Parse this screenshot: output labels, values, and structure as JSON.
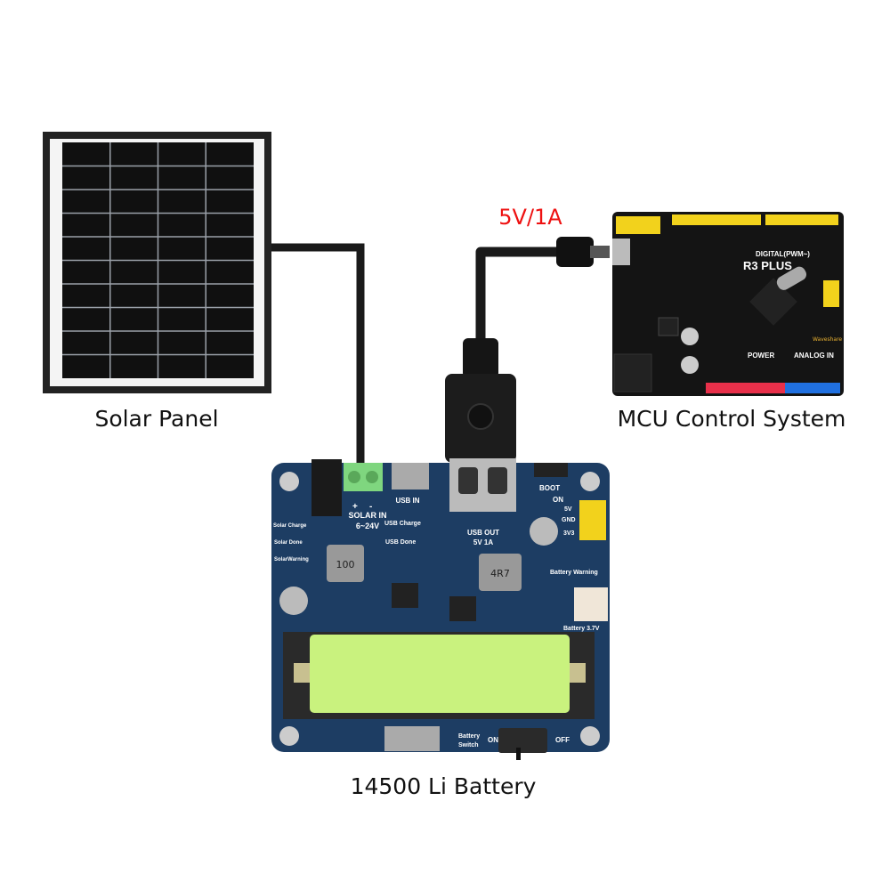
{
  "captions": {
    "solar_panel": "Solar Panel",
    "mcu": "MCU Control System",
    "battery": "14500 Li Battery",
    "output_spec": "5V/1A"
  },
  "board_labels": {
    "solar_in": "SOLAR IN",
    "solar_range": "6~24V",
    "plus": "+",
    "minus": "-",
    "usb_in": "USB IN",
    "usb_charge": "USB Charge",
    "usb_done": "USB Done",
    "usb_out": "USB OUT",
    "usb_out_spec": "5V 1A",
    "boot": "BOOT",
    "on": "ON",
    "v5": "5V",
    "gnd": "GND",
    "v3v3": "3V3",
    "solar_charge": "Solar Charge",
    "solar_done": "Solar Done",
    "solar_warning": "SolarWarning",
    "inductor1": "100",
    "inductor2": "4R7",
    "battery_warning": "Battery Warning",
    "battery_voltage": "Battery 3.7V",
    "battery_switch_1": "Battery",
    "battery_switch_2": "Switch",
    "switch_on": "ON",
    "switch_off": "OFF"
  },
  "mcu_labels": {
    "digital": "DIGITAL(PWM~)",
    "model": "R3 PLUS",
    "power": "POWER",
    "analog": "ANALOG IN",
    "brand": "Waveshare"
  },
  "colors": {
    "board_blue": "#1d3d63",
    "battery_green": "#c9f27e",
    "mcu_black": "#141414",
    "accent_red": "#e11111"
  }
}
